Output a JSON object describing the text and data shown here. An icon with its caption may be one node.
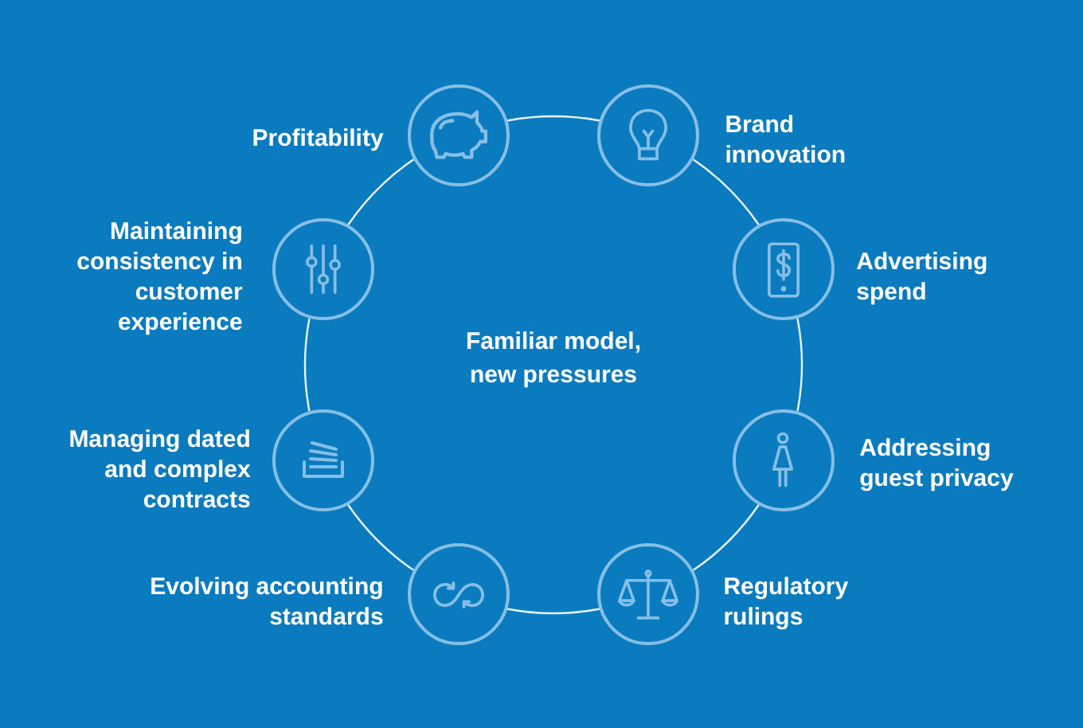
{
  "diagram": {
    "nodes": [
      {
        "text": [],
        "shape": "circle",
        "beside": [
          "Profitability"
        ]
      },
      {
        "text": [],
        "shape": "circle",
        "beside": [
          "Brand innovation"
        ]
      },
      {
        "text": [],
        "shape": "circle",
        "beside": [
          "Advertising spend"
        ]
      },
      {
        "text": [],
        "shape": "circle",
        "beside": [
          "Addressing guest privacy"
        ]
      },
      {
        "text": [],
        "shape": "circle",
        "beside": [
          "Regulatory rulings"
        ]
      },
      {
        "text": [],
        "shape": "circle",
        "beside": [
          "Evolving accounting standards"
        ]
      },
      {
        "text": [],
        "shape": "circle",
        "beside": [
          "Managing dated and complex contracts"
        ]
      },
      {
        "text": [],
        "shape": "circle",
        "beside": [
          "Maintaining consistency in customer experience"
        ]
      }
    ],
    "edges": [
      {
        "from": 0,
        "to": 1,
        "arrow": "none"
      },
      {
        "from": 1,
        "to": 2,
        "arrow": "none"
      },
      {
        "from": 2,
        "to": 3,
        "arrow": "none"
      },
      {
        "from": 3,
        "to": 4,
        "arrow": "none"
      },
      {
        "from": 4,
        "to": 5,
        "arrow": "none"
      },
      {
        "from": 5,
        "to": 6,
        "arrow": "none"
      },
      {
        "from": 6,
        "to": 7,
        "arrow": "none"
      },
      {
        "from": 7,
        "to": 0,
        "arrow": "none"
      }
    ],
    "labels": [
      "Familiar model, new pressures"
    ]
  }
}
